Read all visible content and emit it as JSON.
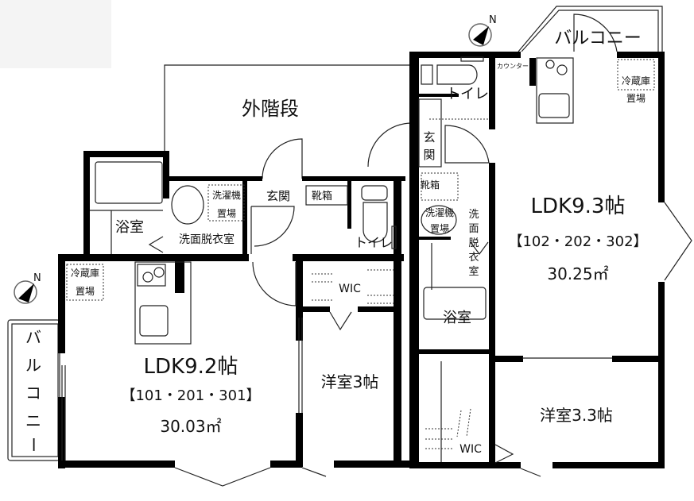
{
  "stairs": "外階段",
  "compass_label": "N",
  "unit_a": {
    "ldk": "LDK9.2帖",
    "rooms": "【101・201・301】",
    "area": "30.03㎡",
    "western_room": "洋室3帖",
    "bath": "浴室",
    "washroom": "洗面脱衣室",
    "washer_1": "洗濯機",
    "washer_2": "置場",
    "entrance": "玄関",
    "shoe_box": "靴箱",
    "toilet": "トイレ",
    "wic": "WIC",
    "fridge_1": "冷蔵庫",
    "fridge_2": "置場",
    "balcony": [
      "バ",
      "ル",
      "コ",
      "ニ",
      "ー"
    ]
  },
  "unit_b": {
    "ldk": "LDK9.3帖",
    "rooms": "【102・202・302】",
    "area": "30.25㎡",
    "western_room": "洋室3.3帖",
    "bath": "浴室",
    "washroom": [
      "洗",
      "面",
      "脱",
      "衣",
      "室"
    ],
    "washer_1": "洗濯機",
    "washer_2": "置場",
    "entrance": [
      "玄",
      "関"
    ],
    "shoe_box": "靴箱",
    "toilet": "トイレ",
    "wic": "WIC",
    "counter": "カウンター",
    "fridge_1": "冷蔵庫",
    "fridge_2": "置場",
    "balcony": "バルコニー"
  }
}
